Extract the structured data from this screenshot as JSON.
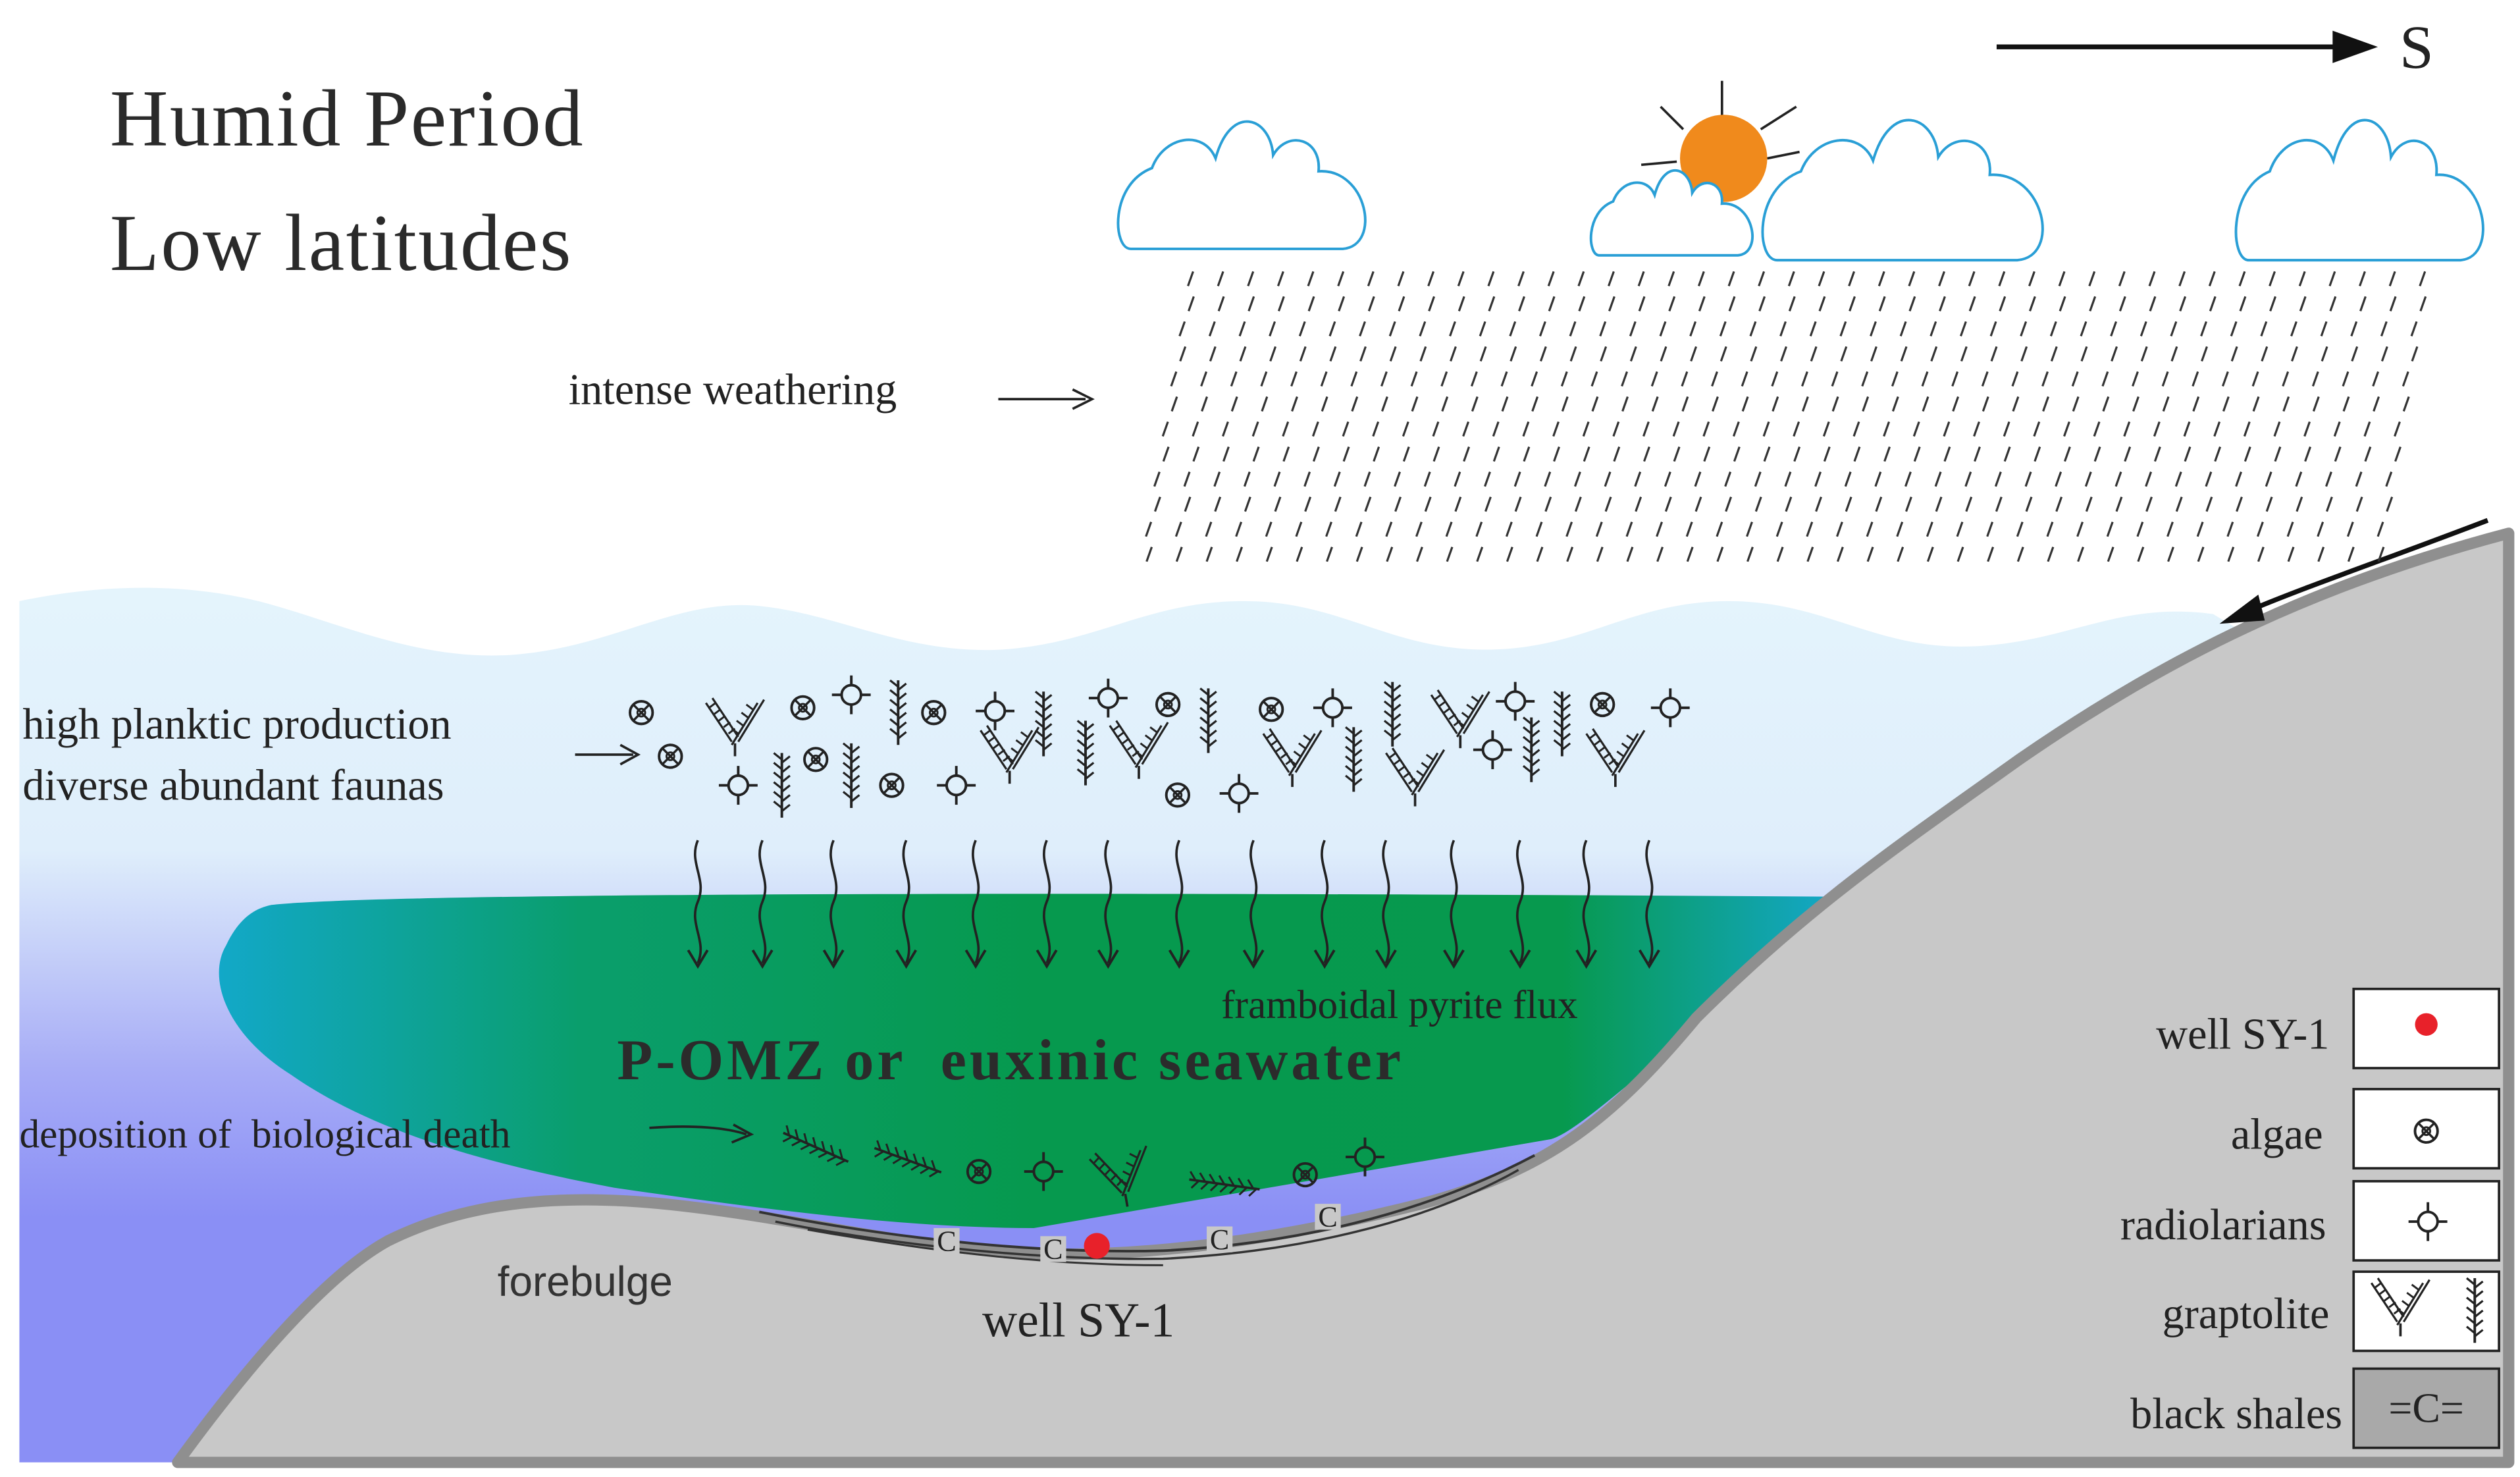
{
  "title": {
    "line1": "Humid Period",
    "line2": "Low latitudes"
  },
  "compass": {
    "label": "S"
  },
  "labels": {
    "weathering": "intense weathering",
    "production": "high planktic production",
    "faunas": "diverse abundant faunas",
    "pyrite": "framboidal pyrite flux",
    "pomz": "P-OMZ or  euxinic seawater",
    "deposition": "deposition of  biological death",
    "forebulge": "forebulge",
    "well": "well SY-1",
    "shale_symbol": "C"
  },
  "legend": {
    "well": "well SY-1",
    "algae": "algae",
    "radiolarians": "radiolarians",
    "graptolite": "graptolite",
    "black_shales": "black shales",
    "black_shales_symbol": "=C="
  },
  "colors": {
    "cloud": "#2a9fd6",
    "sun": "#f08a1c",
    "sea_surface": "#e2f3fb",
    "sea_deep": "#8b8ff5",
    "omz_green": "#059d4f",
    "omz_cyan": "#16a7d0",
    "land": "#c8c8c8",
    "land_edge": "#8f8f8f",
    "well_dot": "#e8212a",
    "ink": "#222222"
  }
}
